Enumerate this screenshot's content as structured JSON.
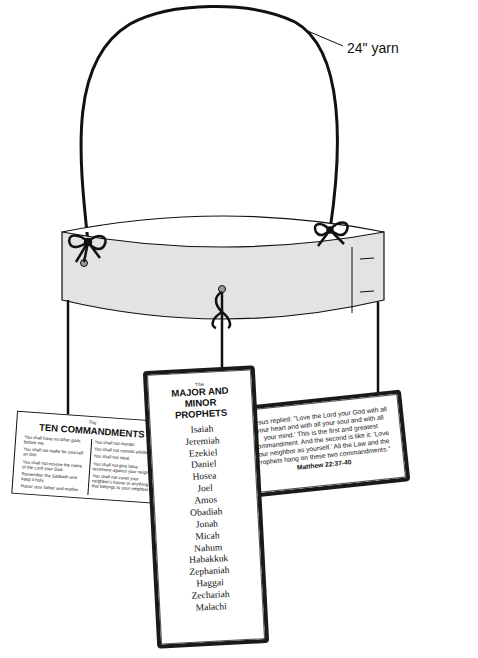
{
  "diagram": {
    "nodes": [
      {
        "text": [
          "The",
          "TEN COMMANDMENTS",
          "You shall have no other gods before me.",
          "You shall not make for yourself an idol.",
          "You shall not misuse the name of the Lord your God.",
          "Remember the Sabbath and keep it holy.",
          "Honor your father and mother.",
          "You shall not murder.",
          "You shall not commit adultery.",
          "You shall not steal.",
          "You shall not give false testimony against your neighbor.",
          "You shall not covet your neighbor's house or anything that belongs to your neighbor."
        ]
      },
      {
        "text": [
          "The",
          "MAJOR AND MINOR PROPHETS",
          "Isaiah",
          "Jeremiah",
          "Ezekiel",
          "Daniel",
          "Hosea",
          "Joel",
          "Amos",
          "Obadiah",
          "Jonah",
          "Micah",
          "Nahum",
          "Habakkuk",
          "Zephaniah",
          "Haggai",
          "Zechariah",
          "Malachi"
        ]
      },
      {
        "text": [
          "Jesus replied: \"Love the Lord your God with all your heart and with all your soul and with all your mind.' This is the first and greatest commandment. And the second is like it: 'Love your neighbor as yourself.' All the Law and the Prophets hang on these two commandments.\"",
          "Matthew 22:37-40"
        ]
      }
    ],
    "labels": [
      "24\" yarn"
    ]
  }
}
